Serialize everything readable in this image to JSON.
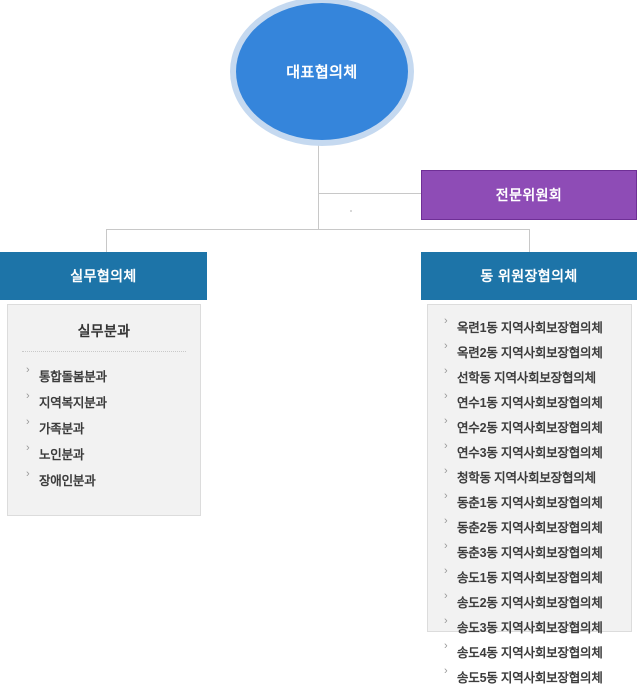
{
  "chart": {
    "type": "org-chart",
    "root": {
      "label": "대표협의체",
      "shape": "circle",
      "color": "#3585db",
      "ring_color": "#c5d9f0"
    },
    "expert": {
      "label": "전문위원회",
      "color": "#8e4cb6",
      "border_color": "#6f2f96"
    },
    "branches": [
      {
        "header": "실무협의체",
        "header_color": "#1d74a8",
        "panel_title": "실무분과",
        "bullet": "›",
        "items": [
          "통합돌봄분과",
          "지역복지분과",
          "가족분과",
          "노인분과",
          "장애인분과"
        ]
      },
      {
        "header": "동 위원장협의체",
        "header_color": "#1d74a8",
        "panel_title": "",
        "bullet": "›",
        "items": [
          "옥련1동 지역사회보장협의체",
          "옥련2동 지역사회보장협의체",
          "선학동 지역사회보장협의체",
          "연수1동 지역사회보장협의체",
          "연수2동 지역사회보장협의체",
          "연수3동 지역사회보장협의체",
          "청학동 지역사회보장협의체",
          "동춘1동 지역사회보장협의체",
          "동춘2동 지역사회보장협의체",
          "동춘3동 지역사회보장협의체",
          "송도1동 지역사회보장협의체",
          "송도2동 지역사회보장협의체",
          "송도3동 지역사회보장협의체",
          "송도4동 지역사회보장협의체",
          "송도5동 지역사회보장협의체"
        ]
      }
    ]
  }
}
